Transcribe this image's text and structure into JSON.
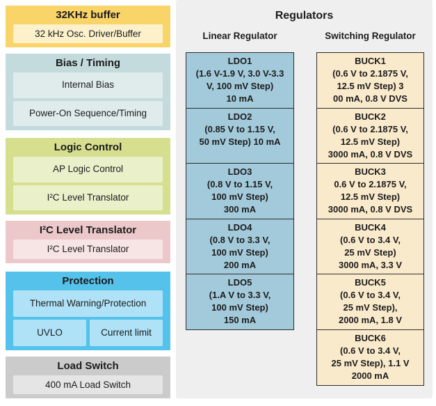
{
  "palette": {
    "page_bg": "#FFFFFF",
    "panel_bg": "#EFEFEF",
    "buffer_block": "#F9D469",
    "buffer_inner": "#FCF1CB",
    "bias_block": "#C3DBDD",
    "bias_inner": "#E0ECEB",
    "logic_block": "#D5DF8E",
    "logic_inner": "#EAF0CA",
    "i2c_block": "#ECC8CB",
    "i2c_inner": "#F7E4E5",
    "protection_block": "#55C2EC",
    "protection_inner": "#AFE2F7",
    "load_switch_block": "#CBCBCB",
    "load_switch_inner": "#E5E5E5",
    "ldo_fill": "#A3CADA",
    "buck_fill": "#FAEACC",
    "box_border": "#2B2B2B",
    "text": "#1B1B1B"
  },
  "blocks": [
    {
      "title": "32KHz buffer",
      "items": [
        "32 kHz Osc. Driver/Buffer"
      ]
    },
    {
      "title": "Bias / Timing",
      "items": [
        "Internal Bias",
        "Power-On Sequence/Timing"
      ]
    },
    {
      "title": "Logic Control",
      "items": [
        "AP Logic Control",
        "I²C Level Translator"
      ]
    },
    {
      "title": "I²C Level Translator",
      "items": [
        "I²C Level Translator"
      ]
    },
    {
      "title": "Protection",
      "items": [
        "Thermal Warning/Protection"
      ],
      "row": [
        "UVLO",
        "Current limit"
      ]
    },
    {
      "title": "Load Switch",
      "items": [
        "400 mA Load Switch"
      ]
    }
  ],
  "regulators": {
    "title": "Regulators",
    "linear": {
      "label": "Linear Regulator",
      "items": [
        {
          "name": "LDO1",
          "specs": "(1.6 V-1.9 V, 3.0 V-3.3\nV, 100 mV Step)\n10 mA"
        },
        {
          "name": "LDO2",
          "specs": "(0.85 V to 1.15 V,\n50 mV Step) 10 mA"
        },
        {
          "name": "LDO3",
          "specs": "(0.8 V to 1.15 V,\n100 mV Step)\n300 mA"
        },
        {
          "name": "LDO4",
          "specs": "(0.8 V to 3.3 V,\n100 mV Step)\n200 mA"
        },
        {
          "name": "LDO5",
          "specs": "(1.A V to 3.3 V,\n100 mV Step)\n150 mA"
        }
      ]
    },
    "switching": {
      "label": "Switching Regulator",
      "items": [
        {
          "name": "BUCK1",
          "specs": "(0.6 V to 2.1875 V,\n12.5 mV Step) 3\n00 mA, 0.8 V DVS"
        },
        {
          "name": "BUCK2",
          "specs": "(0.6 V to 2.1875 V,\n12.5 mV Step)\n3000 mA, 0.8 V DVS"
        },
        {
          "name": "BUCK3",
          "specs": "0.6 V to 2.1875 V,\n12.5 mV Step)\n3000 mA, 0.8 V DVS"
        },
        {
          "name": "BUCK4",
          "specs": "(0.6 V to 3.4 V,\n25 mV Step)\n3000 mA, 3.3 V"
        },
        {
          "name": "BUCK5",
          "specs": "(0.6 V to 3.4 V,\n25 mV Step),\n2000 mA, 1.8 V"
        },
        {
          "name": "BUCK6",
          "specs": "(0.6 V to 3.4 V,\n25 mV Step), 1.1 V\n2000 mA"
        }
      ]
    }
  }
}
